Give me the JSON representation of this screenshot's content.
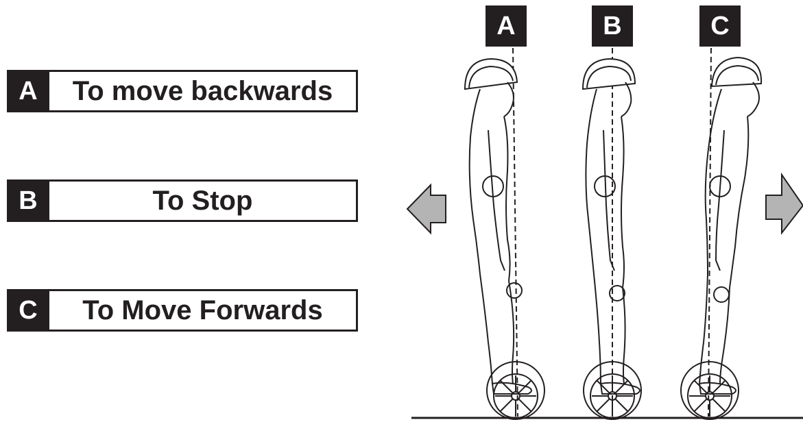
{
  "legend": [
    {
      "letter": "A",
      "label": "To move backwards"
    },
    {
      "letter": "B",
      "label": "To Stop"
    },
    {
      "letter": "C",
      "label": "To Move Forwards"
    }
  ],
  "columns": [
    {
      "letter": "A"
    },
    {
      "letter": "B"
    },
    {
      "letter": "C"
    }
  ],
  "colors": {
    "badge": "#231f20",
    "arrow_fill": "#b4b4b4",
    "outline": "#231f20"
  },
  "icons": {
    "left": "arrow-left-icon",
    "right": "arrow-right-icon"
  }
}
